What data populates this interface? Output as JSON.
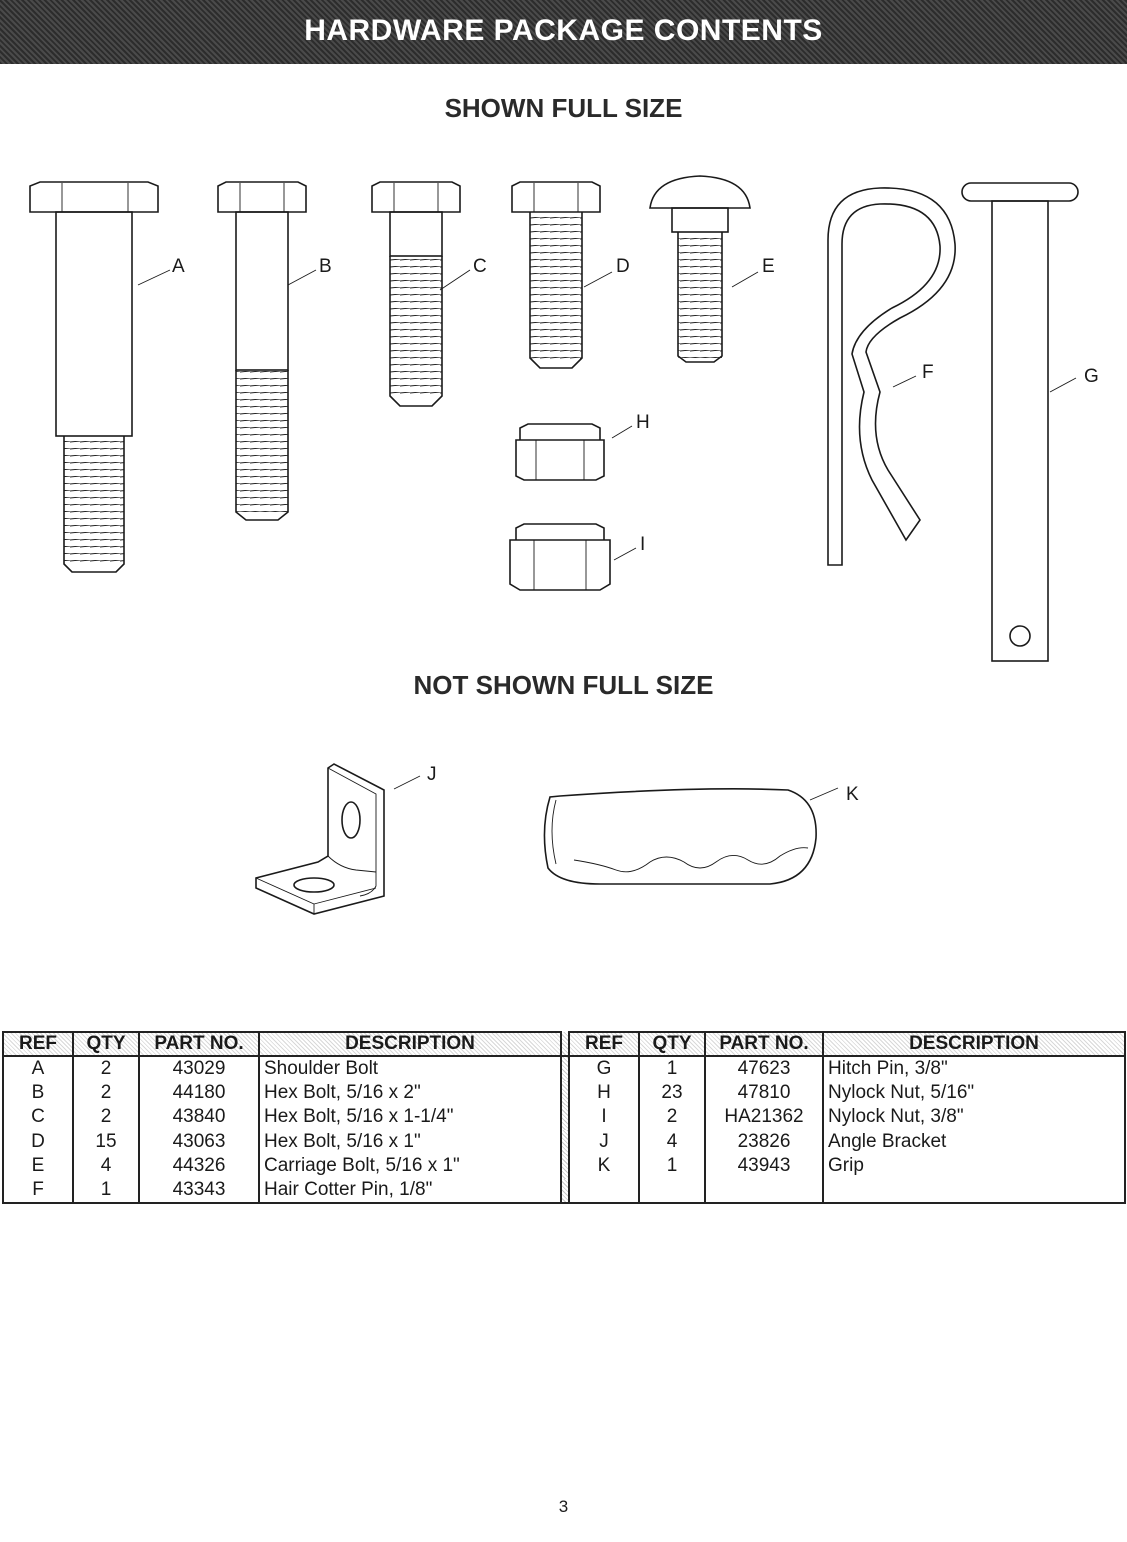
{
  "banner": {
    "title": "HARDWARE PACKAGE CONTENTS"
  },
  "sections": {
    "full_size": "SHOWN FULL SIZE",
    "not_full_size": "NOT SHOWN FULL SIZE"
  },
  "callouts": [
    "A",
    "B",
    "C",
    "D",
    "E",
    "F",
    "G",
    "H",
    "I",
    "J",
    "K"
  ],
  "table": {
    "headers": [
      "REF",
      "QTY",
      "PART NO.",
      "DESCRIPTION",
      "REF",
      "QTY",
      "PART NO.",
      "DESCRIPTION"
    ],
    "rows": [
      [
        "A",
        "2",
        "43029",
        "Shoulder Bolt",
        "G",
        "1",
        "47623",
        "Hitch Pin, 3/8\""
      ],
      [
        "B",
        "2",
        "44180",
        "Hex Bolt, 5/16 x 2\"",
        "H",
        "23",
        "47810",
        "Nylock Nut, 5/16\""
      ],
      [
        "C",
        "2",
        "43840",
        "Hex Bolt, 5/16 x 1-1/4\"",
        "I",
        "2",
        "HA21362",
        "Nylock Nut, 3/8\""
      ],
      [
        "D",
        "15",
        "43063",
        "Hex Bolt, 5/16 x 1\"",
        "J",
        "4",
        "23826",
        "Angle Bracket"
      ],
      [
        "E",
        "4",
        "44326",
        "Carriage Bolt, 5/16 x 1\"",
        "K",
        "1",
        "43943",
        "Grip"
      ],
      [
        "F",
        "1",
        "43343",
        "Hair Cotter Pin, 1/8\"",
        "",
        "",
        "",
        ""
      ]
    ]
  },
  "page_number": "3"
}
